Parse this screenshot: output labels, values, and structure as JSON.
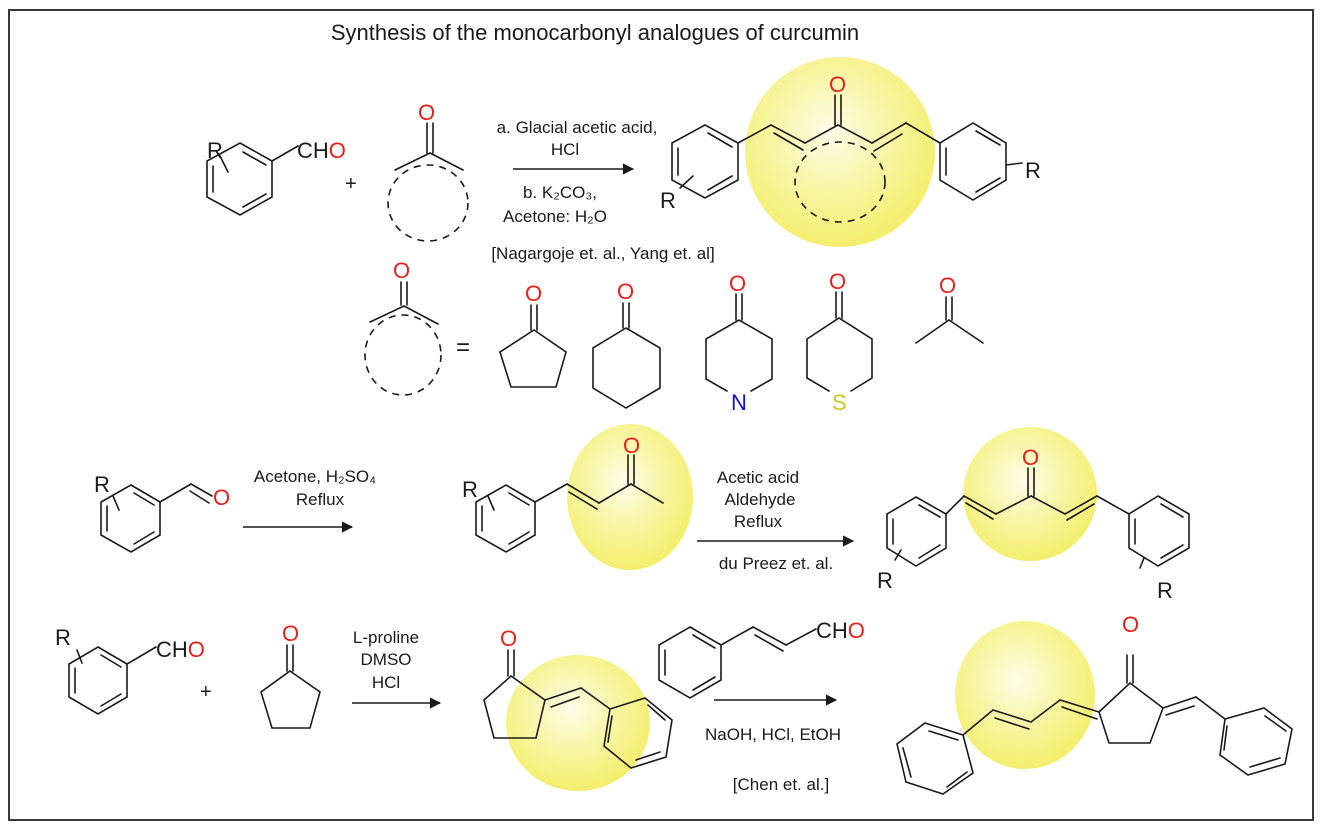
{
  "title": "Synthesis of the monocarbonyl analogues of curcumin",
  "colors": {
    "highlight": "#f5f27a",
    "oxygen": "#e8201c",
    "nitrogen": "#1010d0",
    "sulfur": "#c8c820",
    "bond": "#1a1a1a"
  },
  "scheme1": {
    "reactant_label_R": "R",
    "reactant_cho_prefix": "CH",
    "reactant_cho_o": "O",
    "plus": "+",
    "ketone_o": "O",
    "cond_line1": "a. Glacial acetic acid,",
    "cond_line2": "HCl",
    "cond_line3": "b. K₂CO₃,",
    "cond_line4": "Acetone: H₂O",
    "reference": "[Nagargoje et. al., Yang et. al]",
    "product_o": "O",
    "product_R_left": "R",
    "product_R_right": "R"
  },
  "ketone_legend": {
    "generic_o": "O",
    "equals": "=",
    "examples": [
      {
        "name": "cyclopentanone",
        "o": "O"
      },
      {
        "name": "cyclohexanone",
        "o": "O"
      },
      {
        "name": "piperidin-4-one",
        "o": "O",
        "hetero": "N"
      },
      {
        "name": "tetrahydrothiopyran-4-one",
        "o": "O",
        "hetero": "S"
      },
      {
        "name": "acetone",
        "o": "O"
      }
    ]
  },
  "scheme2": {
    "reactant_R": "R",
    "reactant_o": "O",
    "cond1_line1": "Acetone, H₂SO₄",
    "cond1_line2": "Reflux",
    "intermediate_R": "R",
    "intermediate_o": "O",
    "cond2_line1": "Acetic acid",
    "cond2_line2": "Aldehyde",
    "cond2_line3": "Reflux",
    "cond2_ref": "du Preez et. al.",
    "product_o": "O",
    "product_R_left": "R",
    "product_R_right": "R"
  },
  "scheme3": {
    "reactant_R": "R",
    "reactant_cho_prefix": "CH",
    "reactant_cho_o": "O",
    "plus": "+",
    "ketone_o": "O",
    "cond1_line1": "L-proline",
    "cond1_line2": "DMSO",
    "cond1_line3": "HCl",
    "intermediate_o": "O",
    "cinnamaldehyde_prefix": "CH",
    "cinnamaldehyde_o": "O",
    "cond2": "NaOH, HCl, EtOH",
    "reference": "[Chen et. al.]",
    "product_o": "O"
  }
}
